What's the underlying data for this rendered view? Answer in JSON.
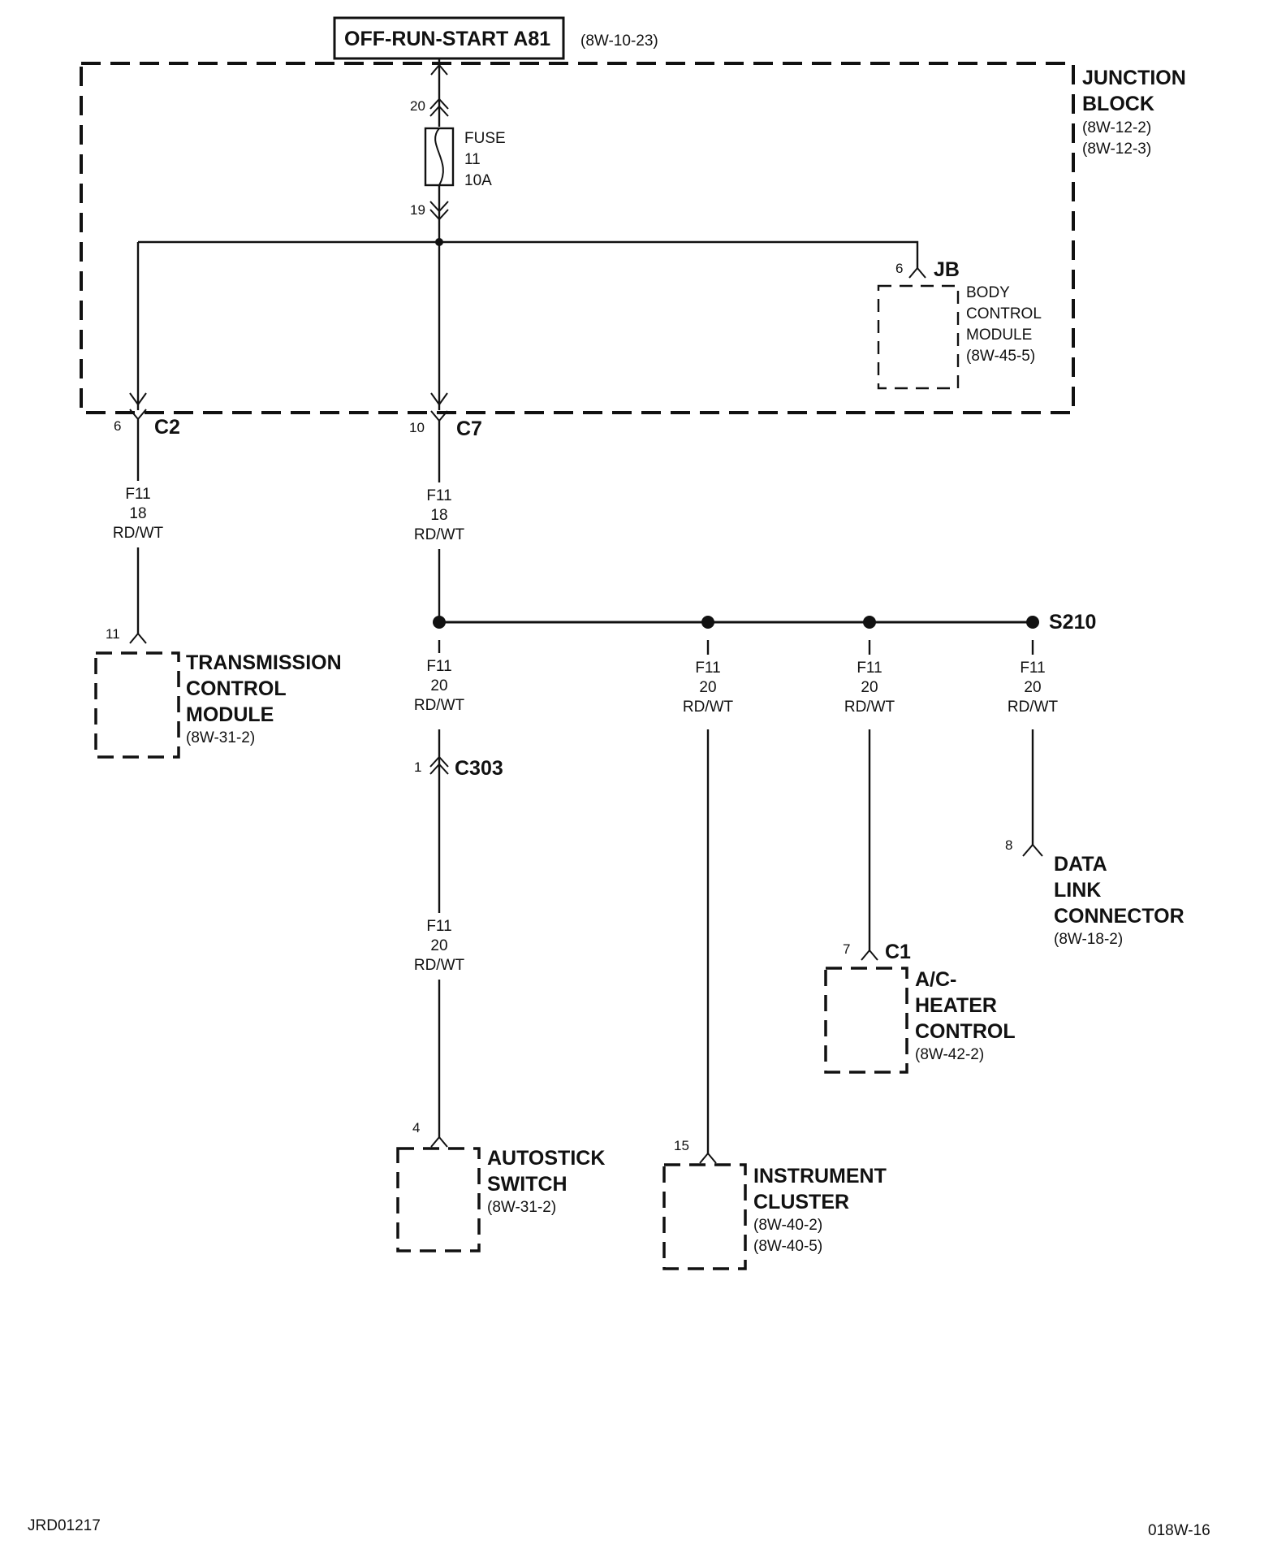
{
  "title": {
    "text": "OFF-RUN-START A81",
    "ref": "(8W-10-23)"
  },
  "junction_block": {
    "name_lines": [
      "JUNCTION",
      "BLOCK"
    ],
    "refs": [
      "(8W-12-2)",
      "(8W-12-3)"
    ]
  },
  "fuse": {
    "lines": [
      "FUSE",
      "11",
      "10A"
    ],
    "pin_top": "20",
    "pin_bottom": "19"
  },
  "bcm": {
    "pin": "6",
    "connector": "JB",
    "lines": [
      "BODY",
      "CONTROL",
      "MODULE",
      "(8W-45-5)"
    ]
  },
  "c2": {
    "pin": "6",
    "connector": "C2"
  },
  "c7": {
    "pin": "10",
    "connector": "C7"
  },
  "wire_18": {
    "circuit": "F11",
    "gauge": "18",
    "color": "RD/WT"
  },
  "wire_20": {
    "circuit": "F11",
    "gauge": "20",
    "color": "RD/WT"
  },
  "splice": {
    "name": "S210"
  },
  "c303": {
    "pin": "1",
    "connector": "C303"
  },
  "tcm": {
    "pin": "11",
    "lines": [
      "TRANSMISSION",
      "CONTROL",
      "MODULE"
    ],
    "ref": "(8W-31-2)"
  },
  "autostick": {
    "pin": "4",
    "lines": [
      "AUTOSTICK",
      "SWITCH"
    ],
    "ref": "(8W-31-2)"
  },
  "cluster": {
    "pin": "15",
    "lines": [
      "INSTRUMENT",
      "CLUSTER"
    ],
    "refs": [
      "(8W-40-2)",
      "(8W-40-5)"
    ]
  },
  "hvac": {
    "pin": "7",
    "connector": "C1",
    "lines": [
      "A/C-",
      "HEATER",
      "CONTROL"
    ],
    "ref": "(8W-42-2)"
  },
  "dlc": {
    "pin": "8",
    "lines": [
      "DATA",
      "LINK",
      "CONNECTOR"
    ],
    "ref": "(8W-18-2)"
  },
  "footer": {
    "left": "JRD01217",
    "right": "018W-16"
  }
}
